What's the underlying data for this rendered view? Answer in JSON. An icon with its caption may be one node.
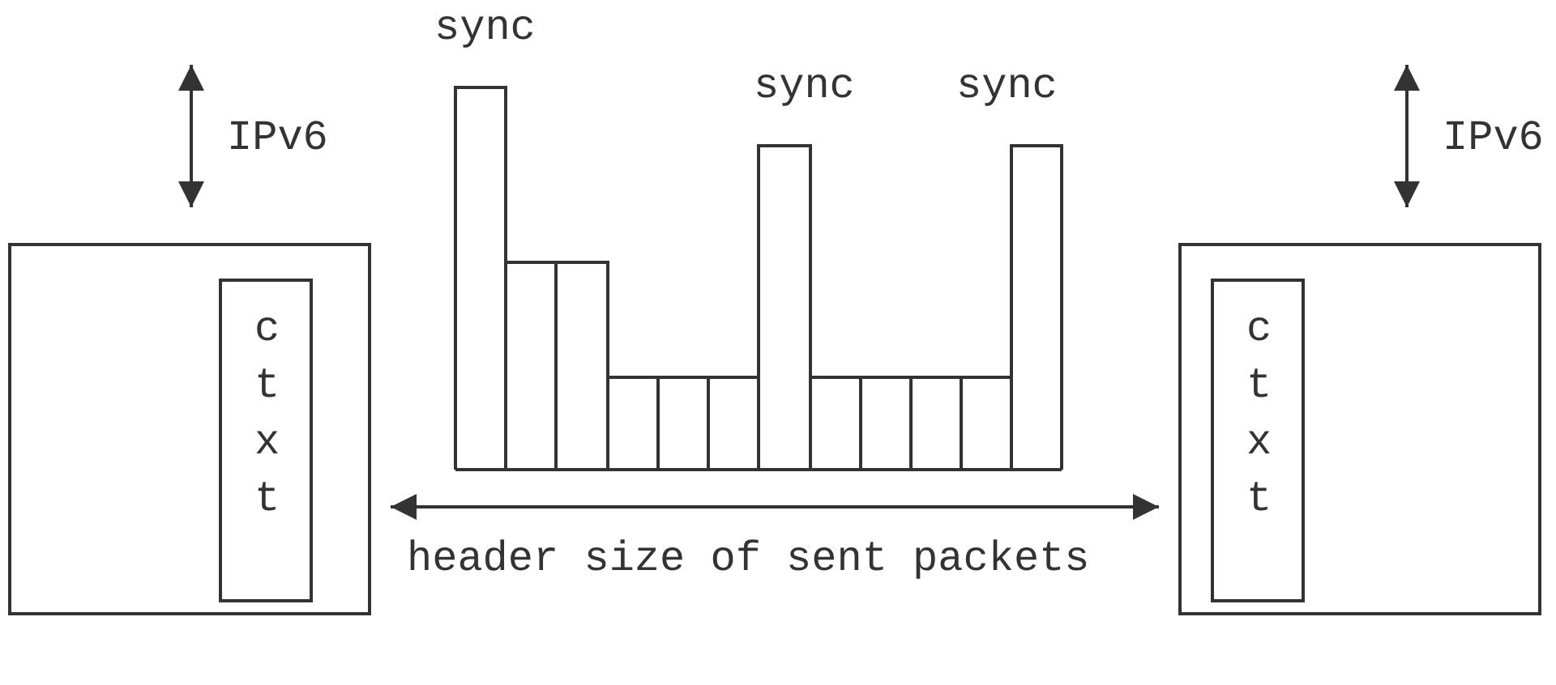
{
  "diagram": {
    "nodes": [
      {
        "text": [],
        "shape": "box"
      },
      {
        "text": [
          "ctxt"
        ],
        "in": 0
      },
      {
        "text": [],
        "shape": "box"
      },
      {
        "text": [
          "ctxt"
        ],
        "in": 2
      }
    ],
    "edges": [
      {
        "from": null,
        "to": 0,
        "arrow": "both",
        "label": "IPv6"
      },
      {
        "from": null,
        "to": 2,
        "arrow": "both",
        "label": "IPv6"
      },
      {
        "from": 0,
        "to": 2,
        "arrow": "both",
        "label": "header size of sent packets"
      }
    ],
    "labels": [
      "sync",
      "sync",
      "sync"
    ]
  }
}
